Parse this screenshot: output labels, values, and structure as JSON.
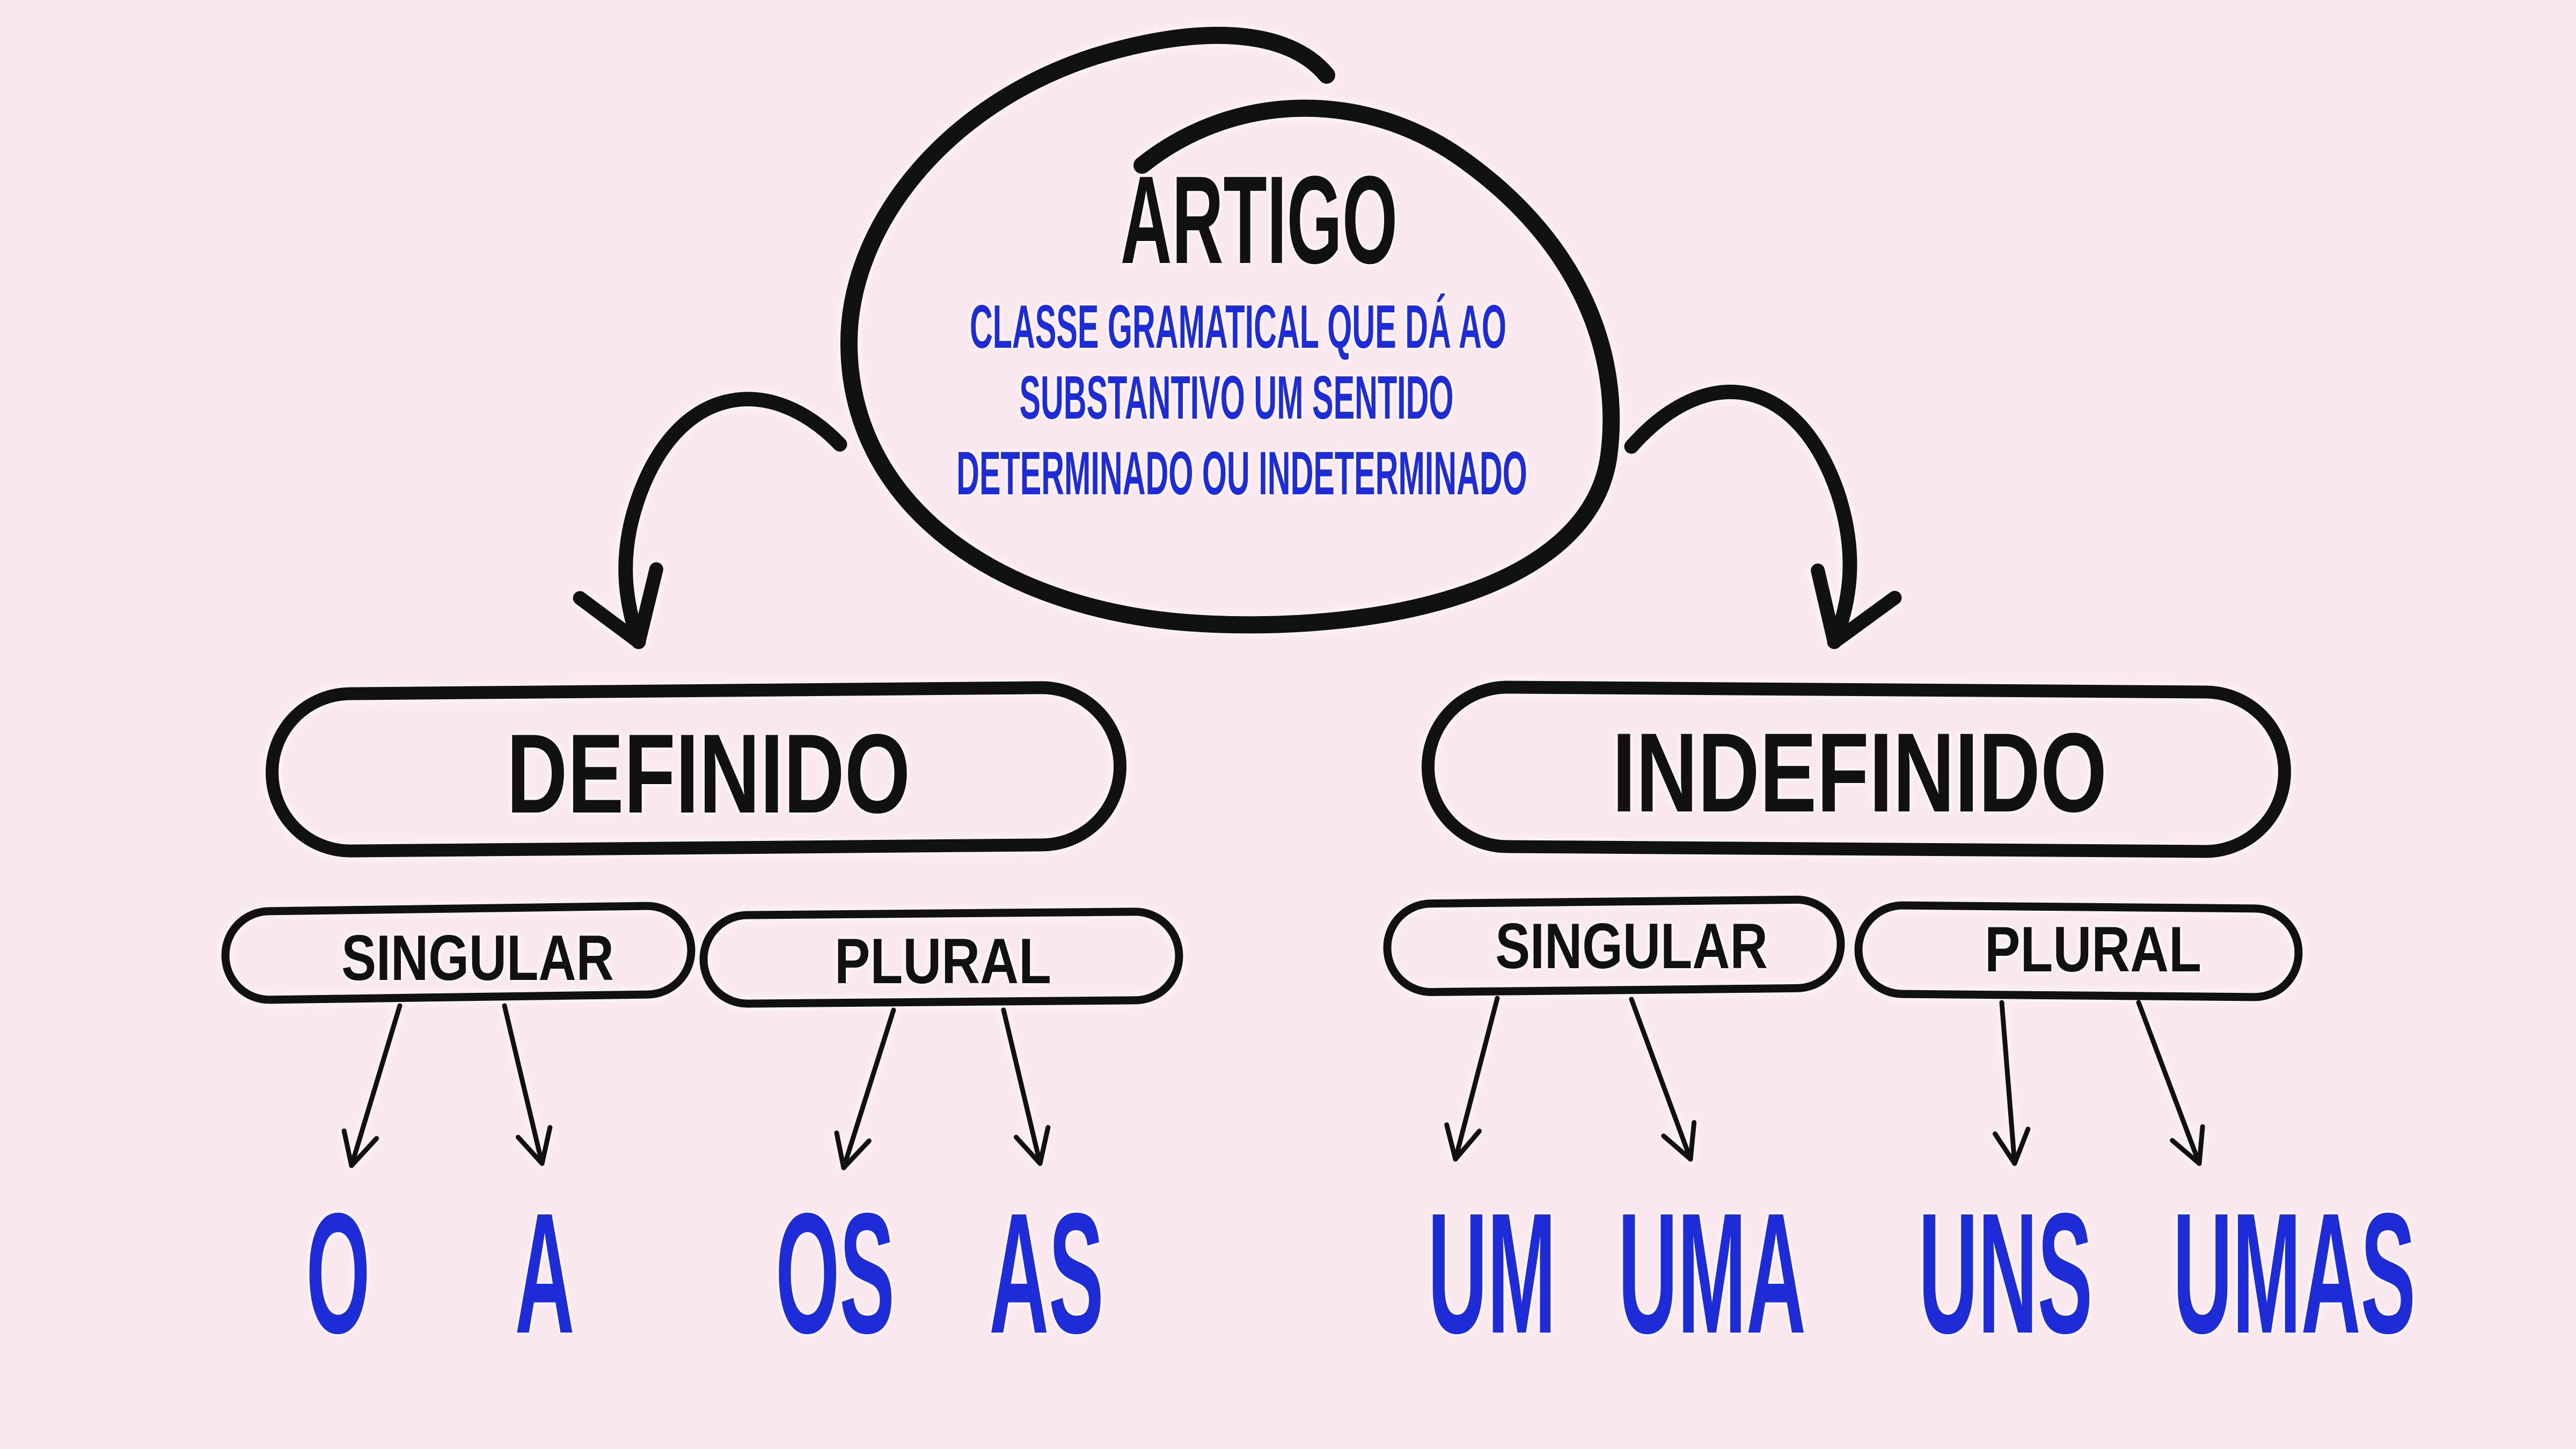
{
  "colors": {
    "background": "#f9e8ed",
    "ink": "#111111",
    "blue": "#1d2cd6"
  },
  "root_node": {
    "title": "ARTIGO",
    "definition_lines": [
      "CLASSE GRAMATICAL QUE DÁ AO",
      "SUBSTANTIVO UM SENTIDO",
      "DETERMINADO OU INDETERMINADO"
    ]
  },
  "branches": {
    "definido": {
      "label": "DEFINIDO",
      "sub": {
        "singular": {
          "label": "SINGULAR",
          "articles": [
            "O",
            "A"
          ]
        },
        "plural": {
          "label": "PLURAL",
          "articles": [
            "OS",
            "AS"
          ]
        }
      }
    },
    "indefinido": {
      "label": "INDEFINIDO",
      "sub": {
        "singular": {
          "label": "SINGULAR",
          "articles": [
            "UM",
            "UMA"
          ]
        },
        "plural": {
          "label": "PLURAL",
          "articles": [
            "UNS",
            "UMAS"
          ]
        }
      }
    }
  }
}
